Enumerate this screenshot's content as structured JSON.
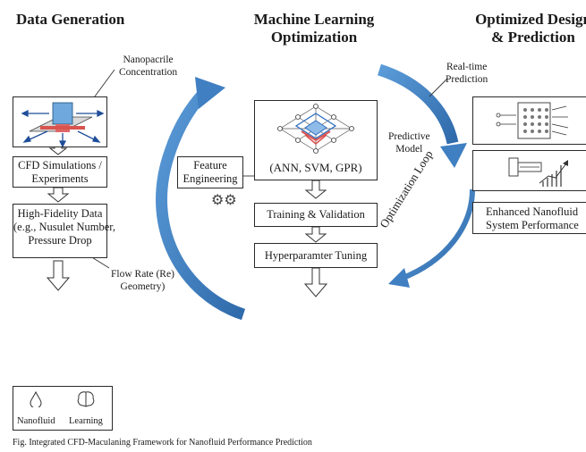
{
  "headers": {
    "data_generation": "Data Generation",
    "ml_line1": "Machine Learning",
    "ml_line2": "Optimization",
    "opt_line1": "Optimized Design",
    "opt_line2": "& Prediction"
  },
  "left": {
    "nano_line1": "Nanopacrile",
    "nano_line2": "Concentration",
    "cfd_line1": "CFD Simulations /",
    "cfd_line2": "Experiments",
    "hf_line1": "High-Fidelity Data",
    "hf_line2": "(e.g., Nusulet Number,",
    "hf_line3": "Pressure Drop",
    "flow_line1": "Flow Rate (Re)",
    "flow_line2": "Geometry)"
  },
  "middle": {
    "feature_line1": "Feature",
    "feature_line2": "Engineering",
    "models": "(ANN, SVM, GPR)",
    "training": "Training & Validation",
    "hyper": "Hyperparamter Tuning"
  },
  "right": {
    "realtime_line1": "Real-time",
    "realtime_line2": "Prediction",
    "predictive_line1": "Predictive",
    "predictive_line2": "Model",
    "loop": "Optimization Loop",
    "enhanced_line1": "Enhanced Nanofluid",
    "enhanced_line2": "System Performance"
  },
  "legend": {
    "nanofluid": "Nanofluid",
    "learning": "Learning"
  },
  "caption": "Fig. Integrated CFD-Maculaning Framework for Nanofluid Performance Prediction",
  "colors": {
    "arrow_blue": "#3f7fc2",
    "diagram_red": "#d9534f",
    "diagram_blue": "#2f6fbf"
  }
}
